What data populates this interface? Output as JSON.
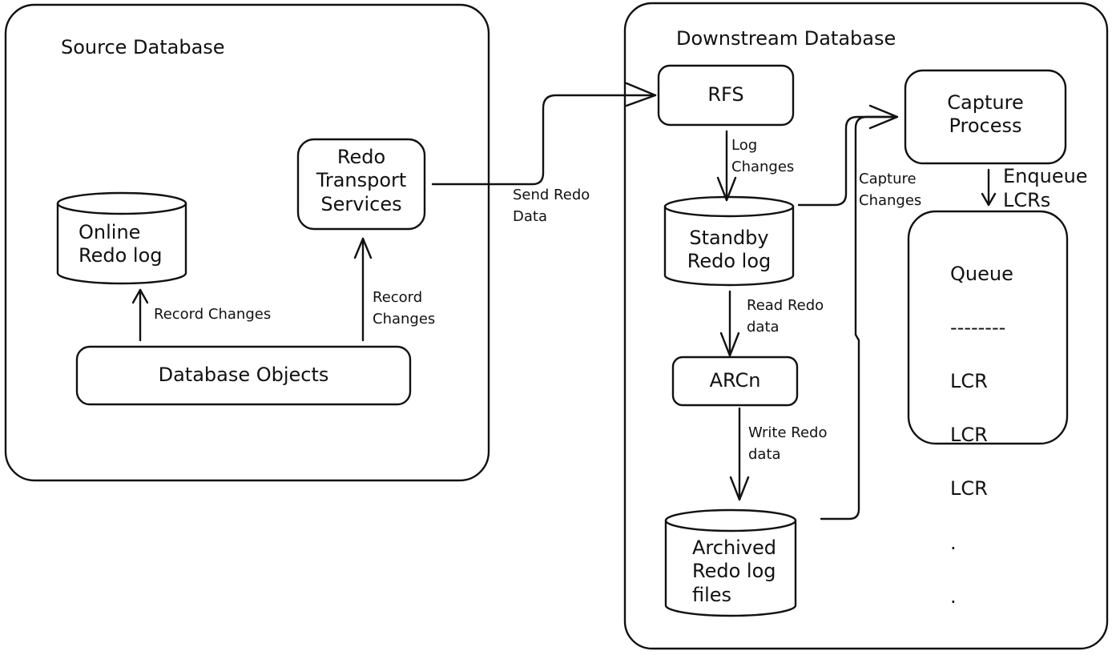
{
  "source_database": {
    "title": "Source Database",
    "online_redo_log": "Online\nRedo log",
    "redo_transport_services": "Redo\nTransport\nServices",
    "database_objects": "Database Objects",
    "edge_record_changes_to_log": "Record Changes",
    "edge_record_changes_to_transport": "Record\nChanges"
  },
  "edge_send_redo_data": "Send Redo\nData",
  "downstream_database": {
    "title": "Downstream Database",
    "rfs": "RFS",
    "standby_redo_log": "Standby\nRedo log",
    "arcn": "ARCn",
    "archived_redo_log_files": "Archived\nRedo log\nfiles",
    "capture_process": "Capture\nProcess",
    "edge_log_changes": "Log\nChanges",
    "edge_read_redo_data": "Read Redo\ndata",
    "edge_write_redo_data": "Write Redo\ndata",
    "edge_capture_changes": "Capture\nChanges",
    "edge_enqueue_lcrs": "Enqueue\nLCRs",
    "queue": {
      "title": "Queue",
      "separator": "--------",
      "items": [
        "LCR",
        "LCR",
        "LCR",
        ".",
        "."
      ]
    }
  }
}
